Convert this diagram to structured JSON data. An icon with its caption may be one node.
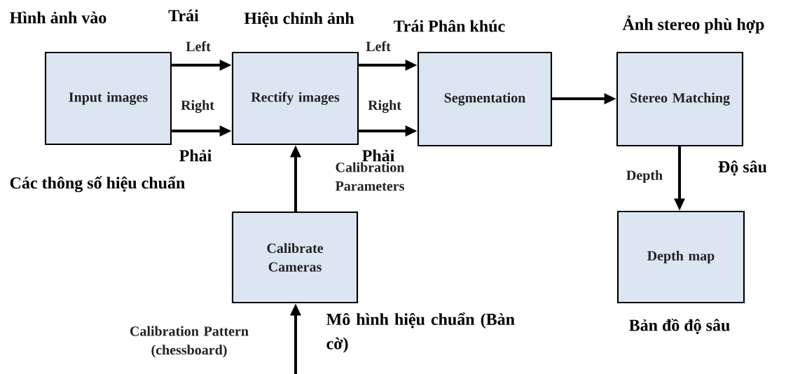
{
  "diagram": {
    "nodes": [
      {
        "text": [
          "Input images"
        ]
      },
      {
        "text": [
          "Rectify images"
        ]
      },
      {
        "text": [
          "Segmentation"
        ]
      },
      {
        "text": [
          "Stereo Matching"
        ]
      },
      {
        "text": [
          "Depth map"
        ]
      },
      {
        "text": [
          "Calibrate Cameras"
        ]
      }
    ],
    "edges": [
      {
        "from": 0,
        "to": 1,
        "arrow": "to",
        "label": "Left"
      },
      {
        "from": 0,
        "to": 1,
        "arrow": "to",
        "label": "Right"
      },
      {
        "from": 1,
        "to": 2,
        "arrow": "to",
        "label": "Left"
      },
      {
        "from": 1,
        "to": 2,
        "arrow": "to",
        "label": "Right"
      },
      {
        "from": 2,
        "to": 3,
        "arrow": "to"
      },
      {
        "from": 3,
        "to": 4,
        "arrow": "to",
        "label": "Depth"
      },
      {
        "from": 5,
        "to": 1,
        "arrow": "to",
        "label": "Calibration Parameters"
      },
      {
        "from": null,
        "to": 5,
        "arrow": "to",
        "label": "Calibration Pattern (chessboard)"
      }
    ],
    "labels": [
      "Hình ảnh vào",
      "Trái",
      "Hiệu chỉnh ảnh",
      "Trái Phân khúc",
      "Ảnh stereo phù hợp",
      "Phải",
      "Phải",
      "Các thông số hiệu chuẩn",
      "Độ sâu",
      "Mô hình hiệu chuẩn (Bàn cờ)",
      "Bản đồ độ sâu"
    ]
  }
}
